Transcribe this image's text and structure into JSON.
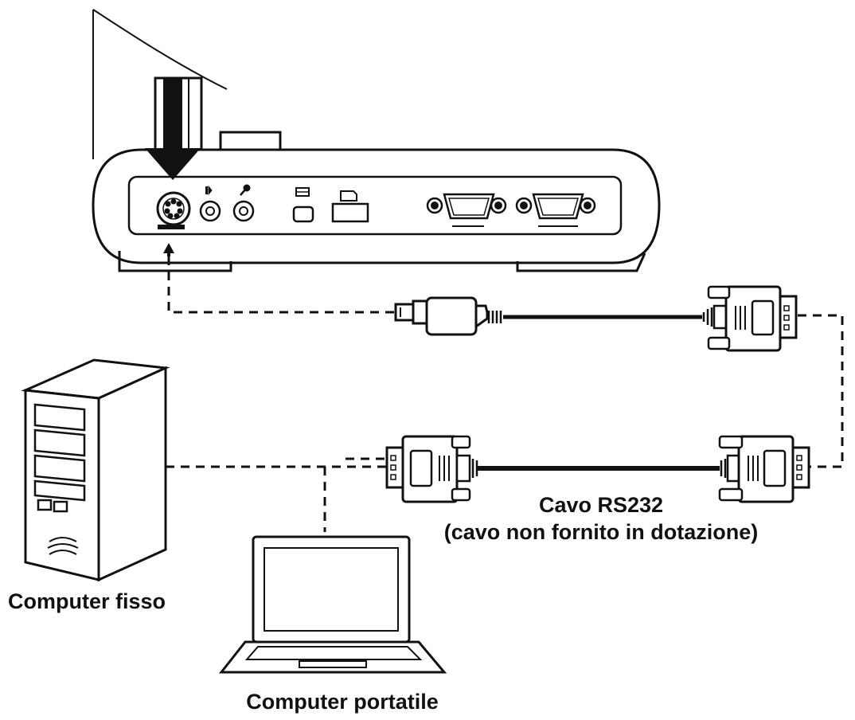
{
  "labels": {
    "cable_title": "Cavo RS232",
    "cable_subtitle": "(cavo non fornito in dotazione)",
    "desktop": "Computer fisso",
    "laptop": "Computer portatile"
  },
  "colors": {
    "stroke": "#111111",
    "background": "#ffffff",
    "shade": "#e6e6e6"
  },
  "icons": {
    "device": "document-camera-rear-panel",
    "connector_plug": "mini-din-plug",
    "connector_db9": "db9-connector",
    "desktop": "tower-computer",
    "laptop": "laptop-computer"
  }
}
